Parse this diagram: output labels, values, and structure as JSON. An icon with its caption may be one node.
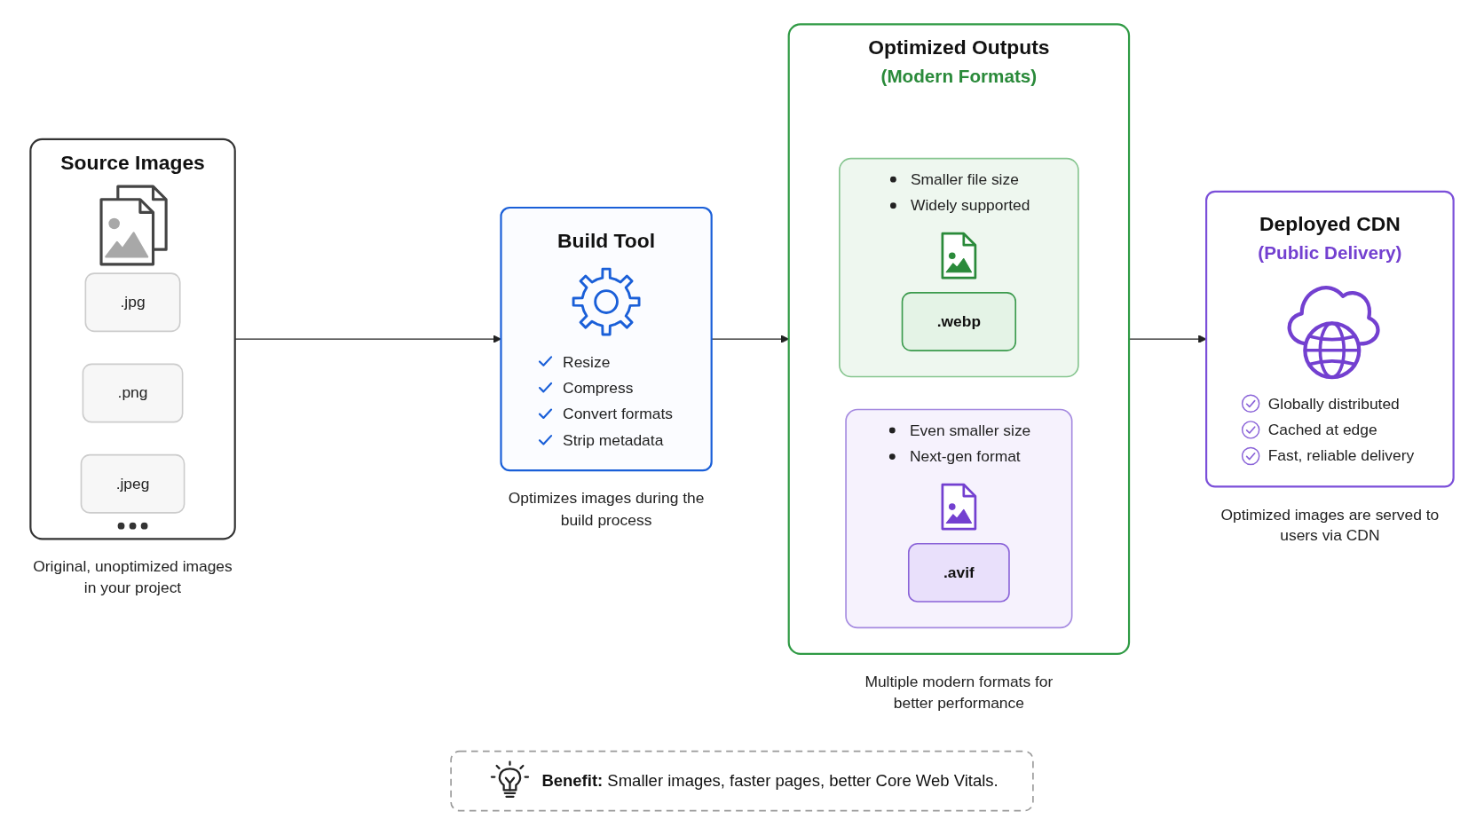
{
  "diagram": {
    "nodes": [
      {
        "text": [
          "Source Images"
        ],
        "beside": [
          "Original, unoptimized images in your project"
        ]
      },
      {
        "text": [
          ".jpg"
        ],
        "in": 0
      },
      {
        "text": [
          ".png"
        ],
        "in": 0
      },
      {
        "text": [
          ".jpeg"
        ],
        "in": 0
      },
      {
        "text": [
          "Build Tool",
          "Resize",
          "Compress",
          "Convert formats",
          "Strip metadata"
        ],
        "beside": [
          "Optimizes images during the build process"
        ]
      },
      {
        "text": [
          "Optimized Outputs",
          "(Modern Formats)"
        ],
        "beside": [
          "Multiple modern formats for better performance"
        ]
      },
      {
        "text": [
          "Smaller file size",
          "Widely supported"
        ],
        "in": 5
      },
      {
        "text": [
          ".webp"
        ],
        "in": 6
      },
      {
        "text": [
          "Even smaller size",
          "Next-gen format"
        ],
        "in": 5
      },
      {
        "text": [
          ".avif"
        ],
        "in": 8
      },
      {
        "text": [
          "Deployed CDN",
          "(Public Delivery)",
          "Globally distributed",
          "Cached at edge",
          "Fast, reliable delivery"
        ],
        "beside": [
          "Optimized images are served to users via CDN"
        ]
      },
      {
        "text": [
          "**Benefit:** Smaller images, faster pages, better Core Web Vitals."
        ]
      }
    ],
    "edges": [
      {
        "from": 0,
        "to": 4,
        "arrow": "to"
      },
      {
        "from": 4,
        "to": 5,
        "arrow": "to"
      },
      {
        "from": 5,
        "to": 10,
        "arrow": "to"
      }
    ]
  }
}
